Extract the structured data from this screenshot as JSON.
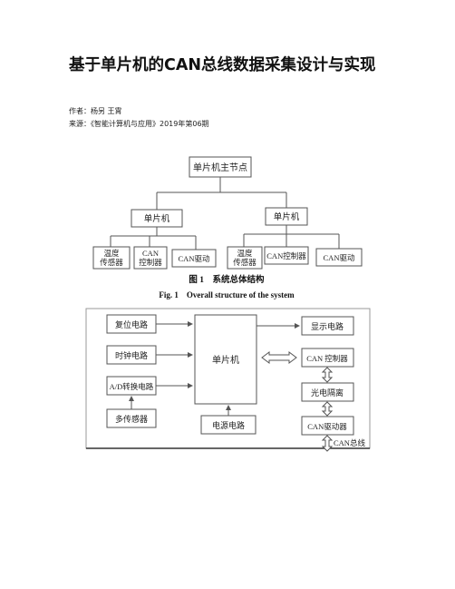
{
  "article": {
    "title": "基于单片机的CAN总线数据采集设计与实现",
    "author": "作者：杨另 王霄",
    "source": "来源：《智能计算机与应用》2019年第06期"
  },
  "figure1": {
    "root": "单片机主节点",
    "left_mcu": "单片机",
    "right_mcu": "单片机",
    "left_children": [
      "温度",
      "传感器",
      "CAN",
      "控制器",
      "CAN驱动"
    ],
    "right_children": [
      "温度",
      "传感器",
      "CAN控制器",
      "CAN驱动"
    ],
    "caption_cn": "图 1　系统总体结构",
    "caption_en": "Fig. 1　Overall structure of the system"
  },
  "figure2": {
    "reset": "复位电路",
    "clock": "时钟电路",
    "adc": "A/D转换电路",
    "sensors": "多传感器",
    "mcu": "单片机",
    "power": "电源电路",
    "display": "显示电路",
    "can_ctrl": "CAN 控制器",
    "optocoupler": "光电隔离",
    "can_driver": "CAN驱动器",
    "can_bus": "CAN总线"
  }
}
